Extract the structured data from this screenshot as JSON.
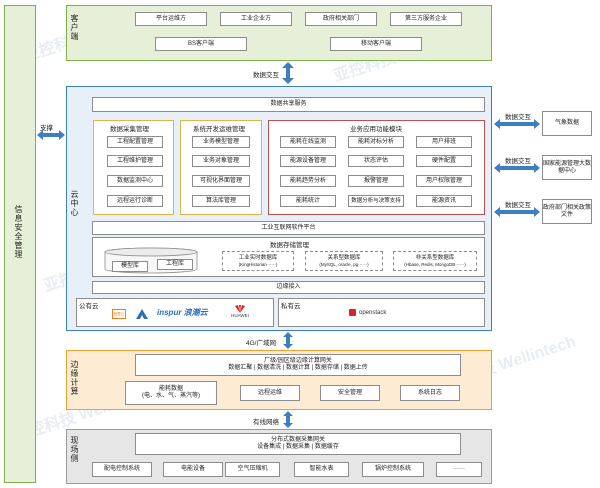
{
  "client": {
    "label": "客户端",
    "row1": [
      "平台运维方",
      "工业企业方",
      "政府相关部门",
      "第三方服务企业"
    ],
    "row2": [
      "BS客户端",
      "移动客户端"
    ]
  },
  "data_exchange": "数据交互",
  "support": "支撑",
  "security_label": "信息安全管理",
  "cloud": {
    "label": "云中心",
    "data_sharing": "数据共享服务",
    "device_mgmt": {
      "title": "数据采集管理",
      "items": [
        "工程配置管理",
        "工程维护管理",
        "数据监测中心",
        "远程运行诊断"
      ]
    },
    "sys_dev": {
      "title": "系统开发运维管理",
      "items": [
        "业务模型管理",
        "业务对象管理",
        "可视化界面管理",
        "算法库管理"
      ]
    },
    "biz_app": {
      "title": "业务应用功能模块",
      "items": [
        "能耗在线监测",
        "能耗对标分析",
        "用户排班",
        "能源设备管理",
        "状态评估",
        "硬件配置",
        "能耗趋势分析",
        "报警管理",
        "用户权限管理",
        "能耗统计",
        "数据分析与决策支持",
        "能源资讯"
      ]
    },
    "platform": "工业互联网软件平台",
    "storage": {
      "title": "数据存储管理",
      "model_lib": "模型库",
      "craft_lib": "工程库",
      "db1": [
        "工业实时数据库",
        "(KingHistorian······)"
      ],
      "db2": [
        "关系型数据库",
        "(MySQL, oracle, pg······)"
      ],
      "db3": [
        "非关系型数据库",
        "(Hbase, Redis, MongoDB······)"
      ]
    },
    "edge_access": "边缘接入",
    "public_cloud": "公有云",
    "private_cloud": "私有云",
    "logos": [
      "阿里云",
      "inspur 浪潮云",
      "HUAWEI",
      "openstack"
    ]
  },
  "right": {
    "exchange1": "数据交互",
    "exchange2": "数据交互",
    "exchange3": "数据交互",
    "weather": "气象数据",
    "gov_big": "国家能源管理大数据中心",
    "gov_policy": "政府部门相关政策文件"
  },
  "network_4g": "4G/广域网",
  "edge": {
    "label": "边缘计算",
    "gateway_title": "厂级/园区级边缘计算网关",
    "gateway_items": "数据汇聚 | 数据清洗 | 数据计算 | 数据存储 | 数据上传",
    "energy_data": [
      "能耗数据",
      "(电、水、气、蒸汽等)"
    ],
    "remote_ops": "远程运维",
    "security_mgmt": "安全管理",
    "sys_log": "系统日志"
  },
  "wired_net": "有线网络",
  "field": {
    "label": "现场侧",
    "gateway_title": "分布式数据采集网关",
    "gateway_items": "设备集成 | 数据采集 | 数据缓存",
    "devices": [
      "配电控制系统",
      "电能设备",
      "空气压缩机",
      "智能水表",
      "锅炉控制系统",
      "······"
    ]
  },
  "watermark": "亚控科技 Wellintech"
}
